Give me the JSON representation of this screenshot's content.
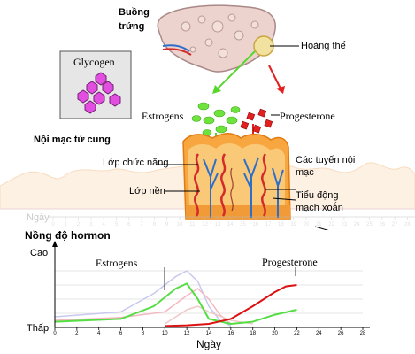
{
  "labels": {
    "ovary": "Buồng trứng",
    "corpus_luteum": "Hoàng thể",
    "glycogen": "Glycogen",
    "estrogens": "Estrogens",
    "progesterone": "Progesterone",
    "endometrium": "Nội mạc tử cung",
    "functional_layer": "Lớp chức năng",
    "basal_layer": "Lớp nền",
    "glands": "Các tuyến nội mạc",
    "spiral_arteries": "Tiểu động mạch xoắn",
    "day_watermark": "Ngày"
  },
  "chart_data": {
    "type": "line",
    "title": "Nồng độ hormon",
    "xlabel": "Ngày",
    "ylabel_high": "Cao",
    "ylabel_low": "Thấp",
    "x_ticks": [
      0,
      2,
      4,
      6,
      8,
      10,
      12,
      14,
      16,
      18,
      20,
      22,
      24,
      26,
      28
    ],
    "xlim": [
      0,
      28
    ],
    "ylim": [
      0,
      1
    ],
    "series": [
      {
        "name": "Estrogens",
        "color": "#55dd44",
        "x": [
          0,
          6,
          9,
          11,
          12,
          13,
          14,
          16,
          18,
          20,
          22
        ],
        "y": [
          0.08,
          0.12,
          0.3,
          0.55,
          0.62,
          0.4,
          0.12,
          0.05,
          0.08,
          0.18,
          0.25
        ]
      },
      {
        "name": "Progesterone",
        "color": "#dd1111",
        "x": [
          10,
          12,
          14,
          16,
          18,
          20,
          21,
          22
        ],
        "y": [
          0.02,
          0.03,
          0.05,
          0.12,
          0.3,
          0.5,
          0.58,
          0.6
        ]
      },
      {
        "name": "",
        "color": "#c8c8f0",
        "x": [
          0,
          6,
          9,
          11,
          12,
          13,
          14,
          15,
          16
        ],
        "y": [
          0.15,
          0.22,
          0.48,
          0.72,
          0.8,
          0.65,
          0.3,
          0.1,
          0.02
        ]
      },
      {
        "name": "",
        "color": "#f3b8c0",
        "x": [
          0,
          6,
          10,
          12,
          13,
          14,
          15,
          16
        ],
        "y": [
          0.1,
          0.14,
          0.22,
          0.45,
          0.55,
          0.4,
          0.18,
          0.05
        ]
      },
      {
        "name": "",
        "color": "#f0c8c8",
        "x": [
          10,
          12,
          13,
          14,
          16,
          18
        ],
        "y": [
          0.05,
          0.25,
          0.3,
          0.22,
          0.1,
          0.05
        ]
      }
    ]
  },
  "colors": {
    "ovary": "#e8c9c3",
    "endometrium": "#f7a640",
    "vessel_red": "#d42a2a",
    "vessel_blue": "#2e6ec9",
    "glycogen": "#e24fe0",
    "arrow_green": "#56d72c",
    "arrow_red": "#e32020"
  }
}
